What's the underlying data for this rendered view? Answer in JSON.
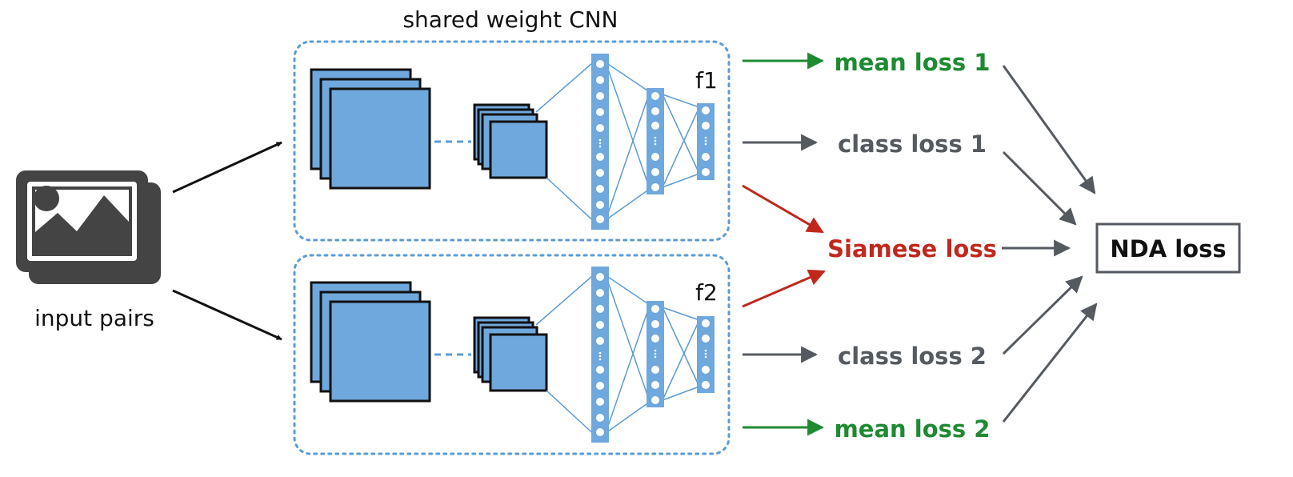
{
  "title": "shared weight CNN",
  "input": {
    "label": "input pairs",
    "icon": "image-pair-icon"
  },
  "branches": [
    {
      "feature_label": "f1"
    },
    {
      "feature_label": "f2"
    }
  ],
  "losses": {
    "mean_loss_1": "mean loss 1",
    "class_loss_1": "class loss 1",
    "siamese_loss": "Siamese loss",
    "class_loss_2": "class loss 2",
    "mean_loss_2": "mean loss 2",
    "nda_loss": "NDA loss"
  },
  "colors": {
    "green": "#1e8a32",
    "gray": "#555a60",
    "red": "#c0281e",
    "blue_fill": "#6fa8dc",
    "blue_line": "#5b9bd5",
    "black": "#111111"
  }
}
